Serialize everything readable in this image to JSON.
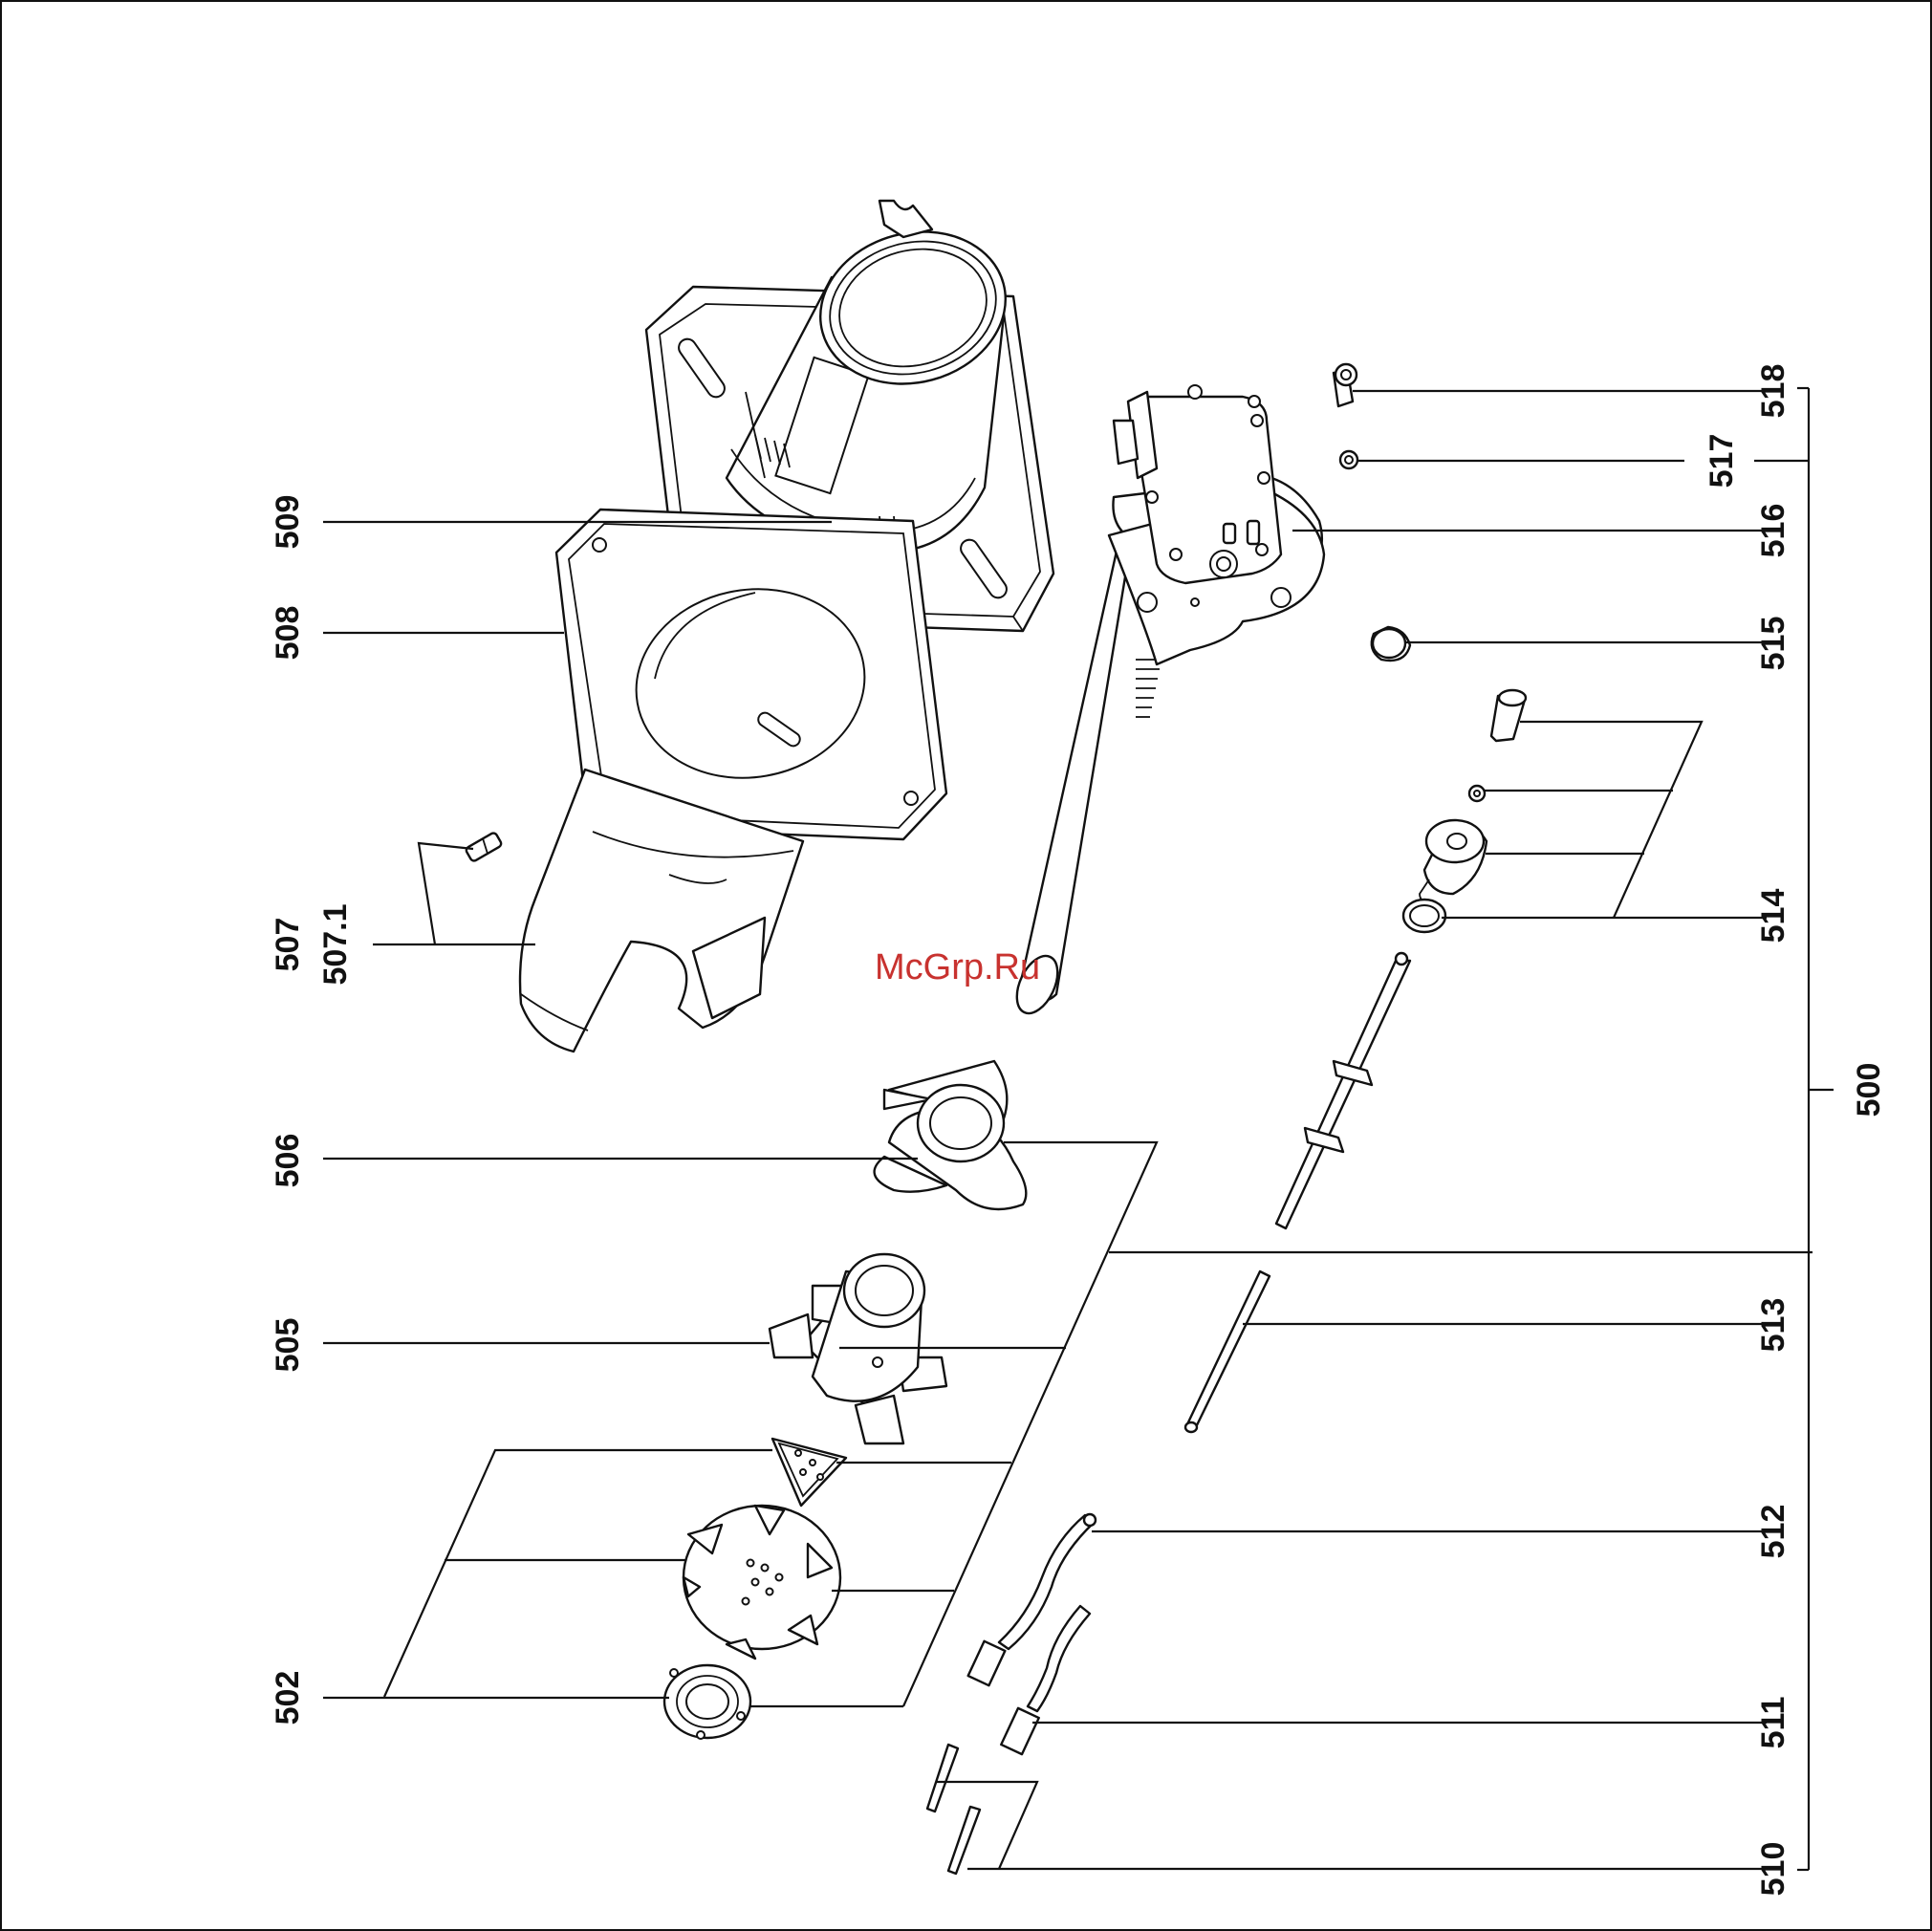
{
  "watermark": "McGrp.Ru",
  "callouts": {
    "c500": "500",
    "c502": "502",
    "c505": "505",
    "c506": "506",
    "c507": "507",
    "c507_1": "507.1",
    "c508": "508",
    "c509": "509",
    "c510": "510",
    "c511": "511",
    "c512": "512",
    "c513": "513",
    "c514": "514",
    "c515": "515",
    "c516": "516",
    "c517": "517",
    "c518": "518"
  }
}
